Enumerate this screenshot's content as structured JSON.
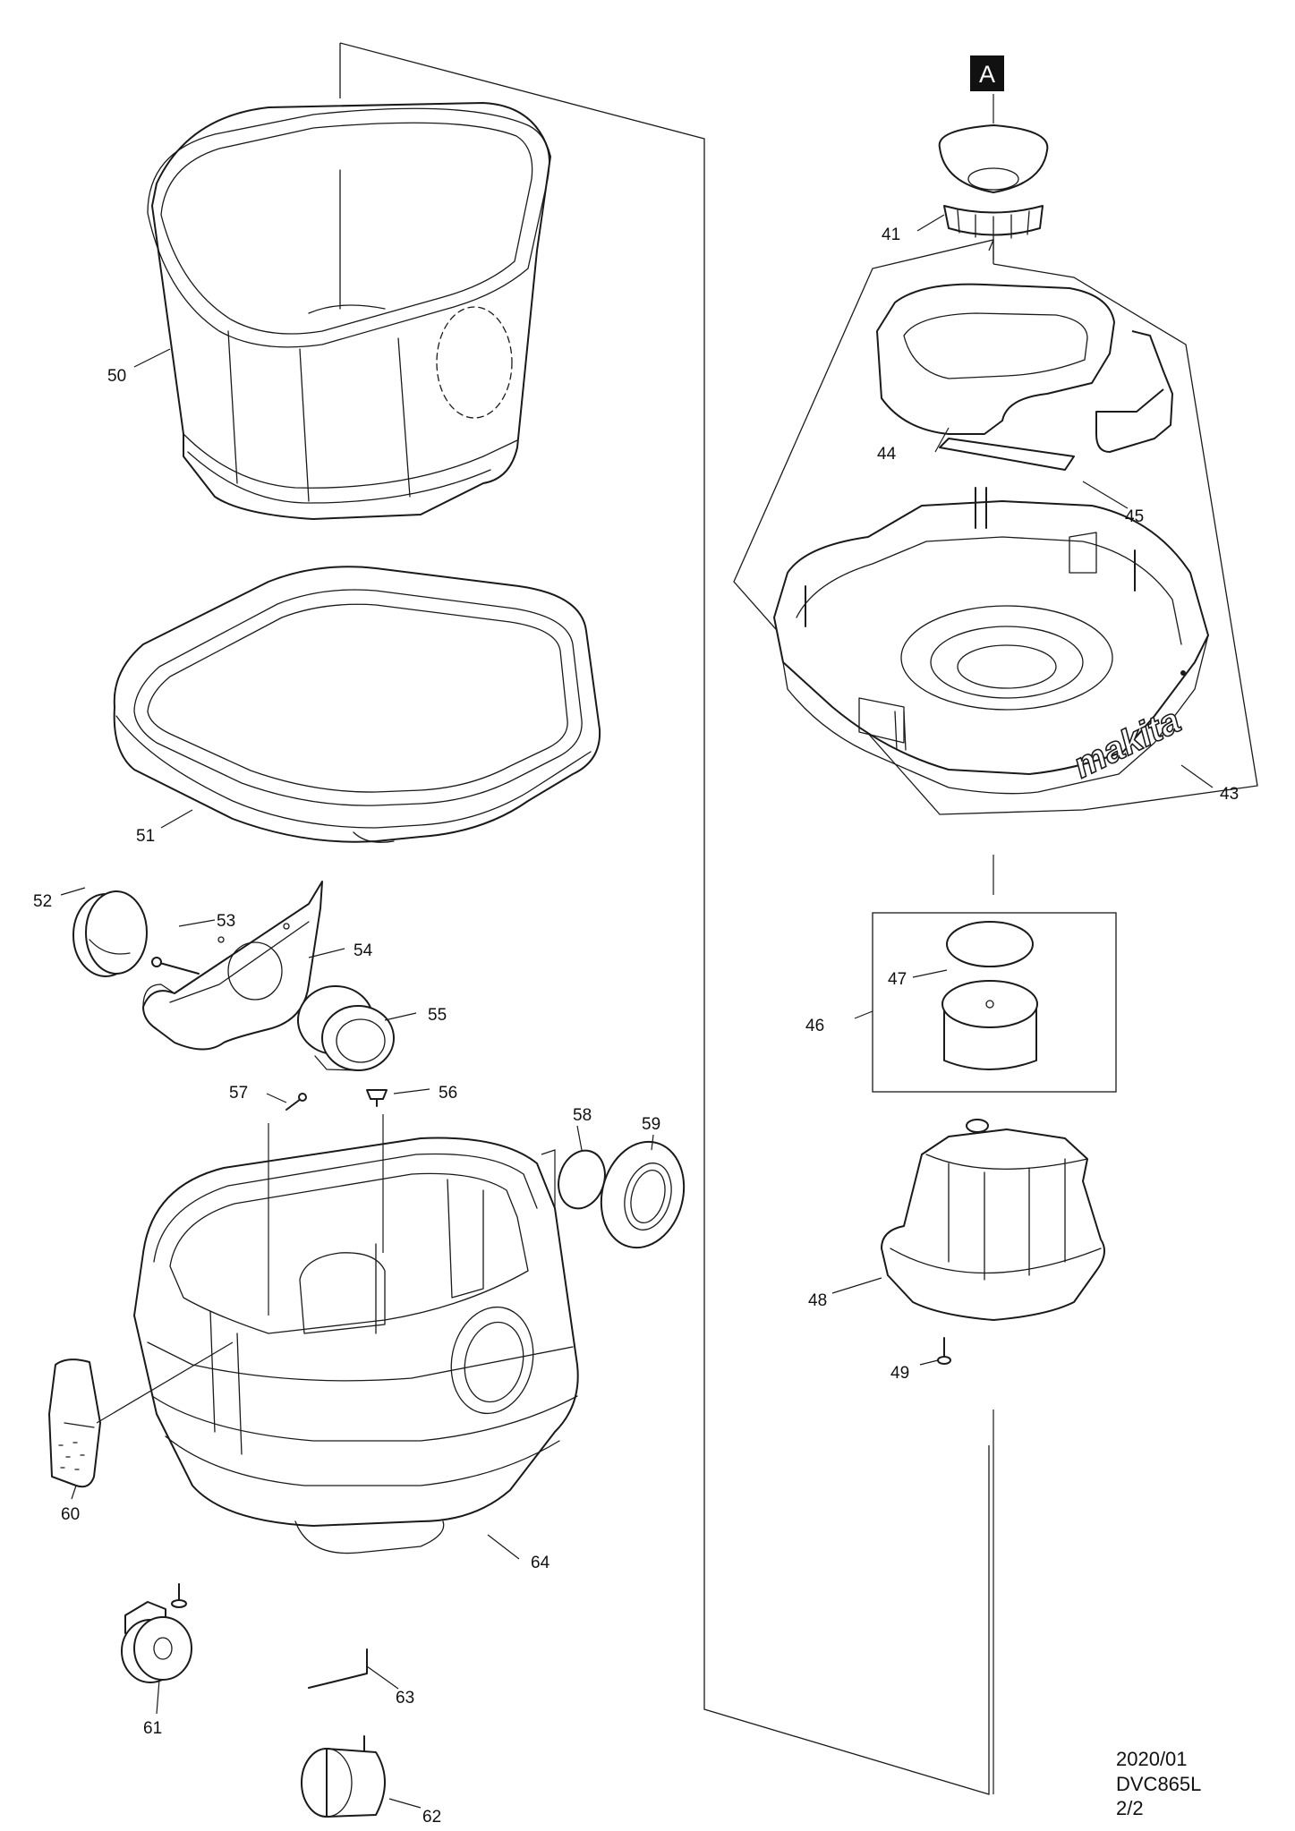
{
  "view_marker": "A",
  "brand_logo": "makita",
  "footer": {
    "date": "2020/01",
    "model_page": "DVC865L 2/2"
  },
  "parts": {
    "p41": "41",
    "p43": "43",
    "p44": "44",
    "p45": "45",
    "p46": "46",
    "p47": "47",
    "p48": "48",
    "p49": "49",
    "p50": "50",
    "p51": "51",
    "p52": "52",
    "p53": "53",
    "p54": "54",
    "p55": "55",
    "p56": "56",
    "p57": "57",
    "p58": "58",
    "p59": "59",
    "p60": "60",
    "p61": "61",
    "p62": "62",
    "p63": "63",
    "p64": "64"
  }
}
